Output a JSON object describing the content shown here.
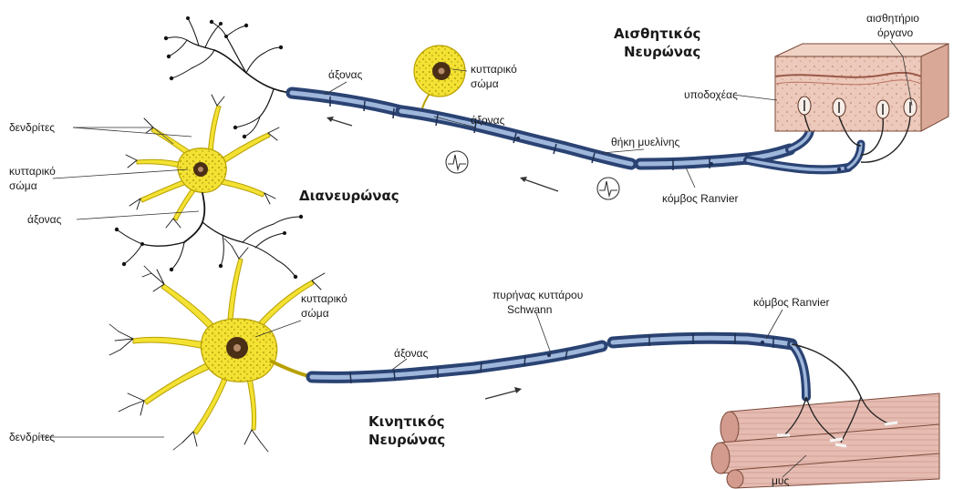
{
  "titles": {
    "sensory_line1": "Αισθητικός",
    "sensory_line2": "Νευρώνας",
    "inter": "Διανευρώνας",
    "motor_line1": "Κινητικός",
    "motor_line2": "Νευρώνας"
  },
  "labels": {
    "dendrites_top": "δενδρίτες",
    "cell_body_inter_1": "κυτταρικό",
    "cell_body_inter_2": "σώμα",
    "axon_inter": "άξονας",
    "axon_sensory_left": "άξονας",
    "cell_body_sensory_1": "κυτταρικό",
    "cell_body_sensory_2": "σώμα",
    "axon_sensory_right": "άξονας",
    "myelin_sheath": "θήκη μυελίνης",
    "node_ranvier_top": "κόμβος Ranvier",
    "receptor": "υποδοχέας",
    "sense_organ_1": "αισθητήριο",
    "sense_organ_2": "όργανο",
    "cell_body_motor_1": "κυτταρικό",
    "cell_body_motor_2": "σώμα",
    "schwann_1": "πυρήνας κυττάρου",
    "schwann_2": "Schwann",
    "node_ranvier_bottom": "κόμβος Ranvier",
    "axon_motor": "άξονας",
    "dendrites_bottom": "δενδρίτες",
    "muscle": "μυς"
  },
  "colors": {
    "myelin": "#5f7fae",
    "myelin_highlight": "#b9cbe6",
    "cell_body": "#f3e233",
    "nucleus": "#4a2f16",
    "skin": "#e9c3b5",
    "muscle": "#e2b7ae"
  }
}
